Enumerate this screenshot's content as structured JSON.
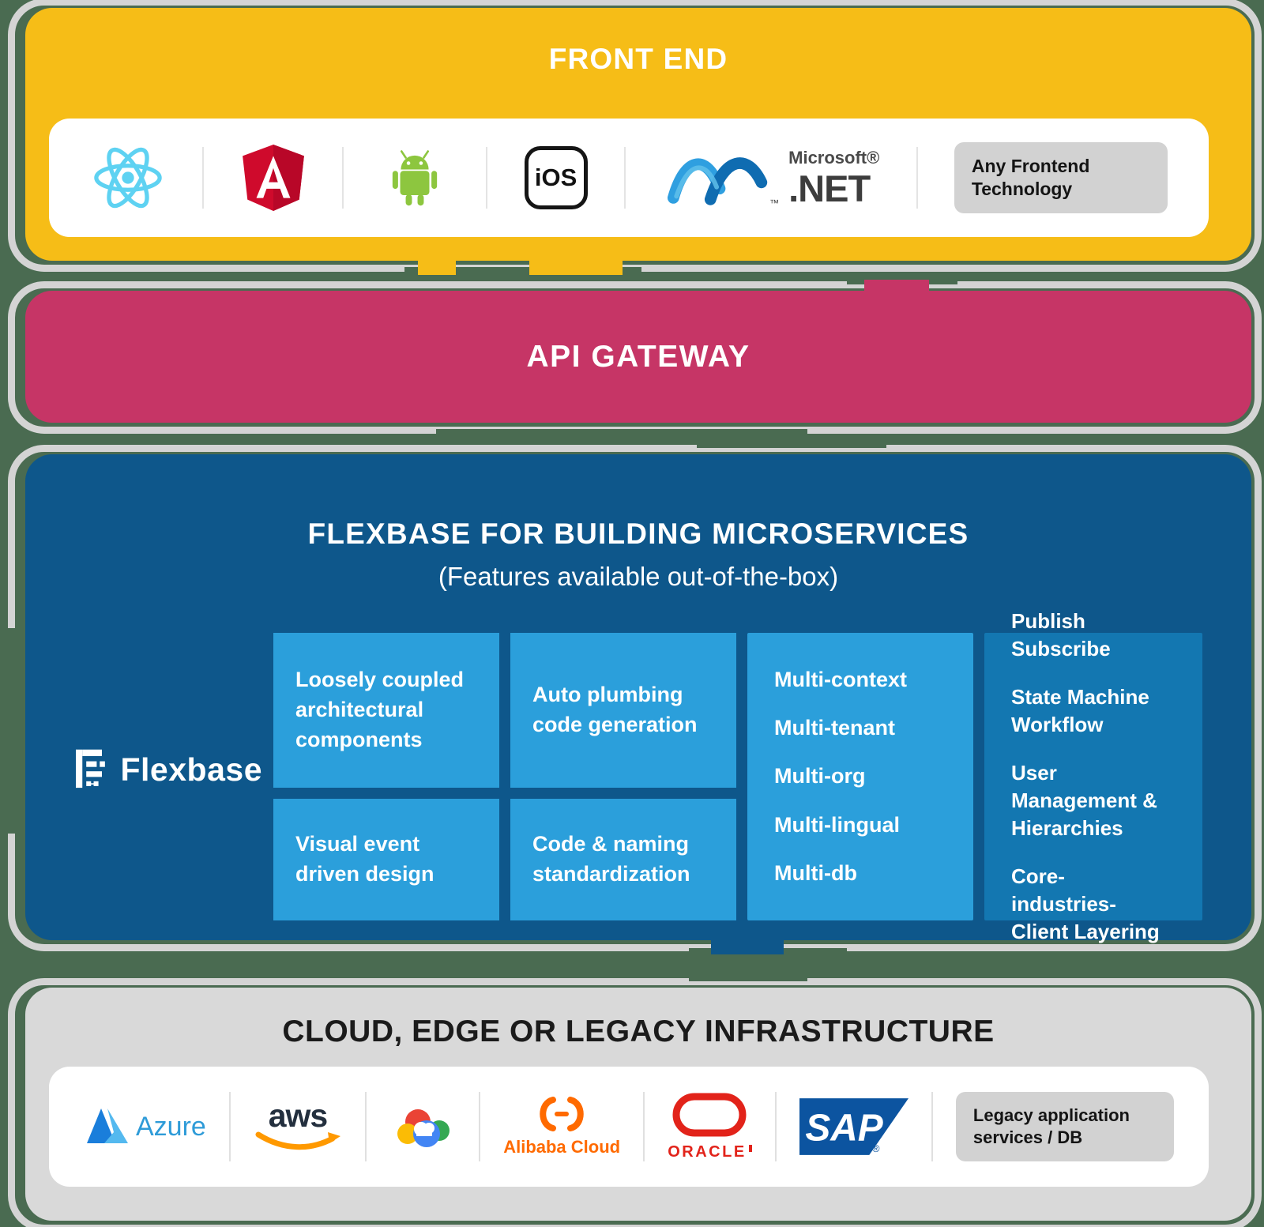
{
  "colors": {
    "background": "#4a6b51",
    "outline": "#d4d4d4",
    "front_end": "#f6bd17",
    "api_gateway": "#c63566",
    "flexbase_band": "#0e578b",
    "feature_box": "#2b9fdb",
    "capability_box": "#1377b1",
    "infrastructure_band": "#d9d9d9",
    "chip": "#d2d2d2"
  },
  "frontend": {
    "title": "FRONT END",
    "ios_label": "iOS",
    "dotnet_top": "Microsoft®",
    "dotnet_bottom": ".NET",
    "dotnet_tm": "™",
    "chip": "Any Frontend Technology",
    "icons": [
      "react-icon",
      "angular-icon",
      "android-icon",
      "ios-icon",
      "dotnet-icon",
      "any-frontend-chip"
    ]
  },
  "api": {
    "title": "API GATEWAY"
  },
  "flexbase": {
    "title": "FLEXBASE FOR BUILDING MICROSERVICES",
    "subtitle": "(Features available out-of-the-box)",
    "brand": "Flexbase",
    "boxes": [
      "Loosely coupled architectural components",
      "Auto plumbing code generation",
      "Visual event driven design",
      "Code & naming standardization"
    ],
    "multi": [
      "Multi-context",
      "Multi-tenant",
      "Multi-org",
      "Multi-lingual",
      "Multi-db"
    ],
    "capabilities": [
      "Publish Subscribe",
      "State Machine Workflow",
      "User Management & Hierarchies",
      "Core- industries- Client Layering"
    ]
  },
  "infra": {
    "title": "CLOUD, EDGE OR LEGACY INFRASTRUCTURE",
    "azure": "Azure",
    "aws": "aws",
    "alibaba": "Alibaba Cloud",
    "oracle": "ORACLE",
    "sap": "SAP",
    "sap_r": "®",
    "legacy": "Legacy application services / DB",
    "icons": [
      "azure-icon",
      "aws-icon",
      "google-cloud-icon",
      "alibaba-cloud-icon",
      "oracle-icon",
      "sap-icon",
      "legacy-chip"
    ]
  }
}
